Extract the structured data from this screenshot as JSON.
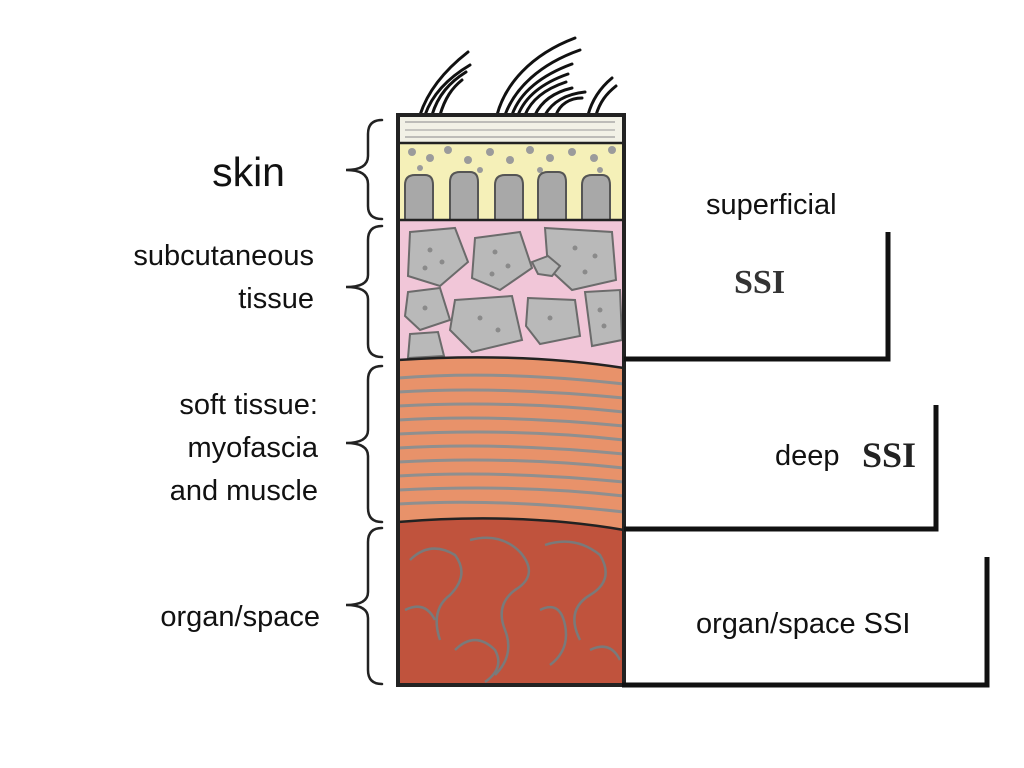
{
  "layers": {
    "skin": "skin",
    "subcutaneous_line1": "subcutaneous",
    "subcutaneous_line2": "tissue",
    "soft_line1": "soft tissue:",
    "soft_line2": "myofascia",
    "soft_line3": "and muscle",
    "organ": "organ/space"
  },
  "infections": {
    "superficial_word": "superficial",
    "superficial_abbr": "SSI",
    "deep_word": "deep",
    "deep_abbr": "SSI",
    "organ_label": "organ/space SSI"
  },
  "colors": {
    "skin_epidermis": "#f2f1e6",
    "skin_dermis": "#f5f0b8",
    "subcutaneous": "#f1c6d8",
    "fat_lobule": "#b9b9b9",
    "muscle": "#e8926a",
    "muscle_fiber": "#8f8f8f",
    "organ": "#c0533d",
    "outline": "#222222"
  }
}
